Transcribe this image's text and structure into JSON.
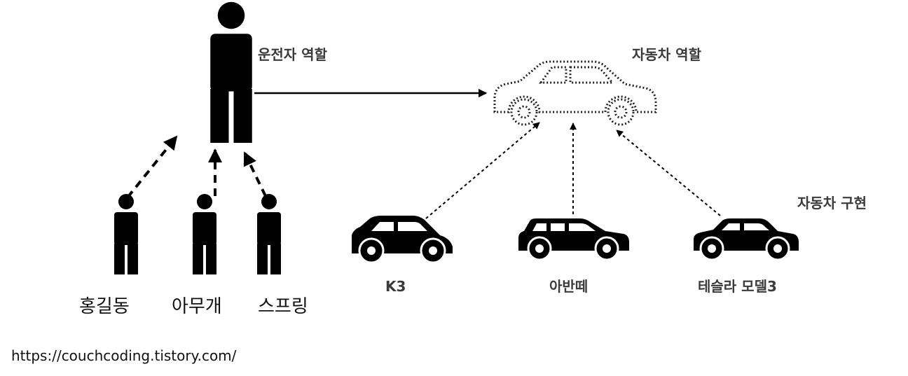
{
  "diagram": {
    "driver_role_label": "운전자 역할",
    "car_role_label": "자동차 역할",
    "car_impl_label": "자동차 구현",
    "drivers": [
      {
        "name": "홍길동"
      },
      {
        "name": "아무개"
      },
      {
        "name": "스프링"
      }
    ],
    "cars": [
      {
        "name": "K3"
      },
      {
        "name": "아반떼"
      },
      {
        "name": "테슬라 모델3"
      }
    ]
  },
  "footer": {
    "source_url": "https://couchcoding.tistory.com/"
  }
}
